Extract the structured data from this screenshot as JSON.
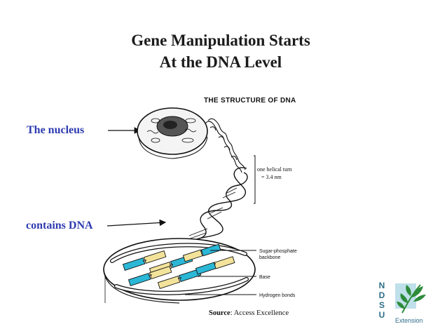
{
  "slide": {
    "title_line1": "Gene Manipulation Starts",
    "title_line2": "At the DNA Level"
  },
  "callouts": {
    "nucleus": "The nucleus",
    "dna": "contains DNA"
  },
  "diagram": {
    "heading": "THE STRUCTURE OF DNA",
    "helical_turn_line1": "one helical turn",
    "helical_turn_line2": "= 3.4 nm",
    "label_backbone_line1": "Sugar-phosphate",
    "label_backbone_line2": "backbone",
    "label_base": "Base",
    "label_hbonds": "Hydrogen bonds",
    "base_colors": {
      "cyan": "#2bb7d6",
      "yellow": "#f3e39a"
    }
  },
  "source": {
    "label": "Source",
    "text": ": Access Excellence"
  },
  "logo": {
    "letters": [
      "N",
      "D",
      "S",
      "U"
    ],
    "subtitle": "Extension",
    "colors": {
      "text": "#2d6e8a",
      "leaf": "#2e8b3a",
      "box": "#bfe0ea"
    }
  }
}
